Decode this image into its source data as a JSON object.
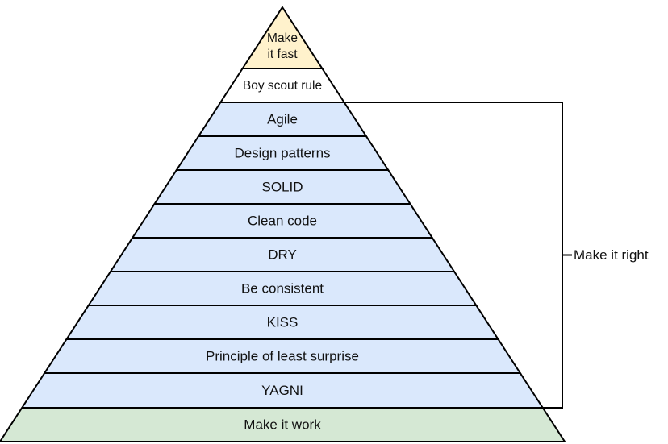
{
  "diagram": {
    "layers": [
      {
        "lines": [
          "Make",
          "it fast"
        ],
        "fill": "#fff2cc"
      },
      {
        "lines": [
          "Boy scout rule"
        ],
        "fill": "#ffffff"
      },
      {
        "lines": [
          "Agile"
        ],
        "fill": "#dae8fc"
      },
      {
        "lines": [
          "Design patterns"
        ],
        "fill": "#dae8fc"
      },
      {
        "lines": [
          "SOLID"
        ],
        "fill": "#dae8fc"
      },
      {
        "lines": [
          "Clean code"
        ],
        "fill": "#dae8fc"
      },
      {
        "lines": [
          "DRY"
        ],
        "fill": "#dae8fc"
      },
      {
        "lines": [
          "Be consistent"
        ],
        "fill": "#dae8fc"
      },
      {
        "lines": [
          "KISS"
        ],
        "fill": "#dae8fc"
      },
      {
        "lines": [
          "Principle of least surprise"
        ],
        "fill": "#dae8fc"
      },
      {
        "lines": [
          "YAGNI"
        ],
        "fill": "#dae8fc"
      },
      {
        "lines": [
          "Make it work"
        ],
        "fill": "#d5e8d4"
      }
    ],
    "bracket": {
      "label": "Make it right",
      "from_layer": 2,
      "to_layer": 10
    },
    "colors": {
      "stroke": "#000000",
      "text": "#111111"
    }
  }
}
